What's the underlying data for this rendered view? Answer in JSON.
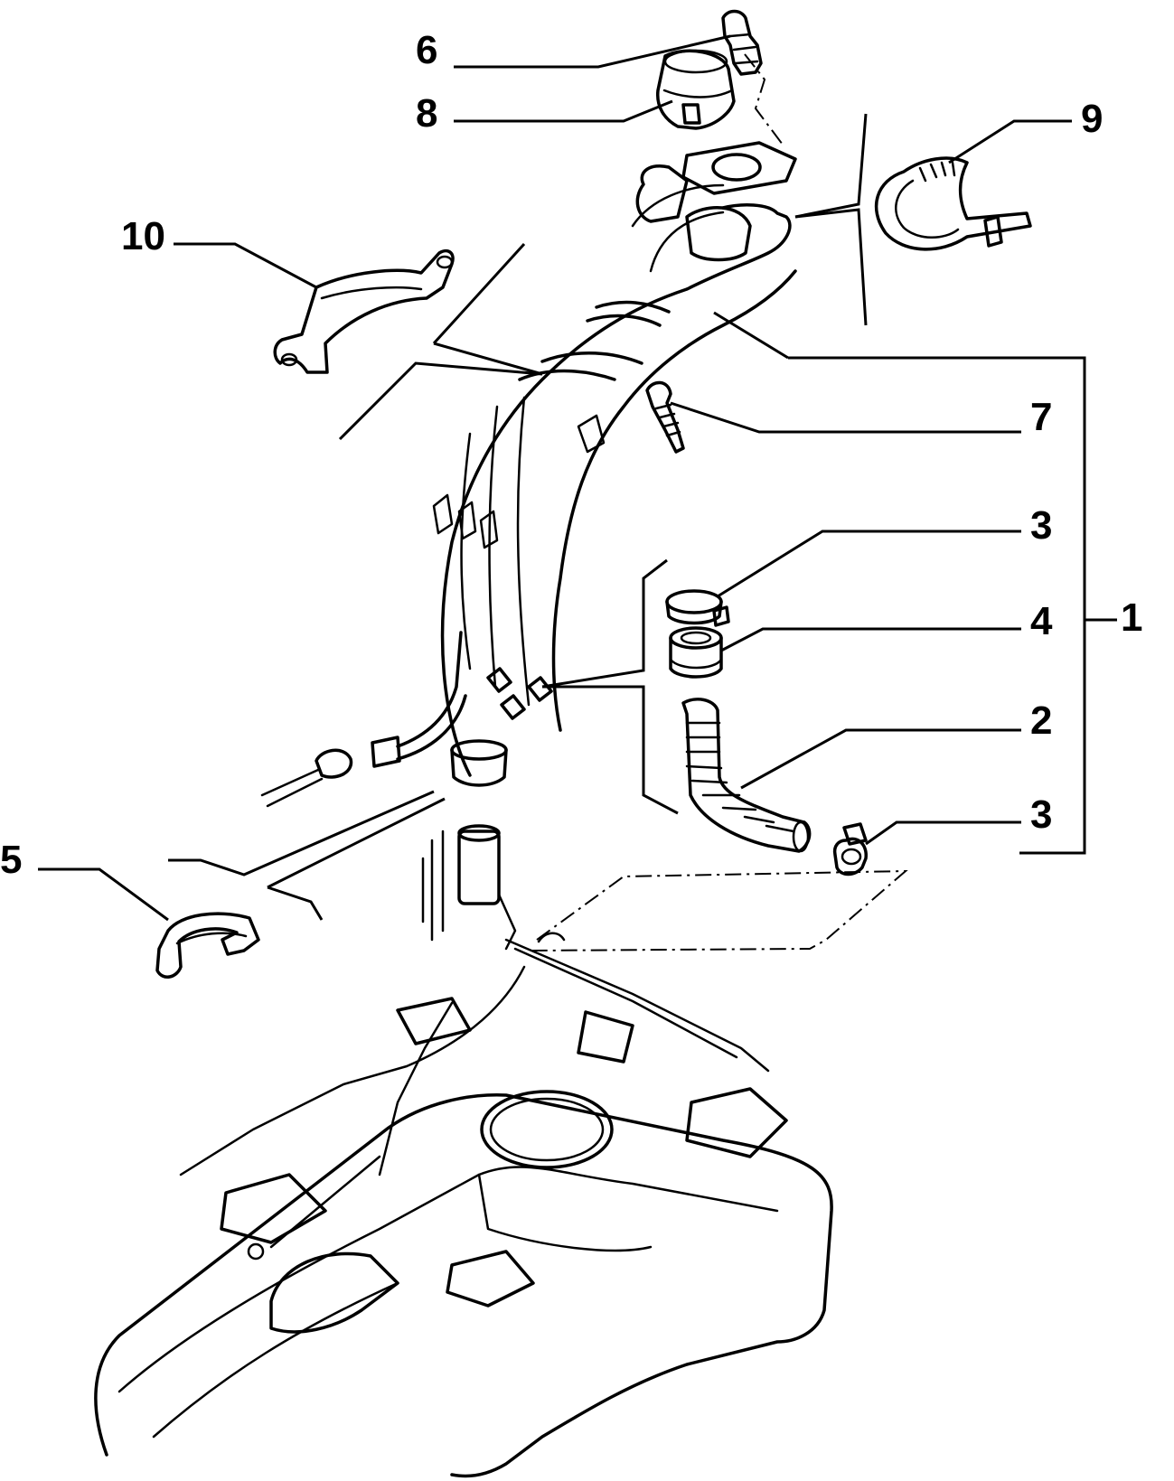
{
  "diagram": {
    "callouts": [
      "1",
      "2",
      "3",
      "3",
      "4",
      "5",
      "6",
      "7",
      "8",
      "9",
      "10"
    ]
  }
}
